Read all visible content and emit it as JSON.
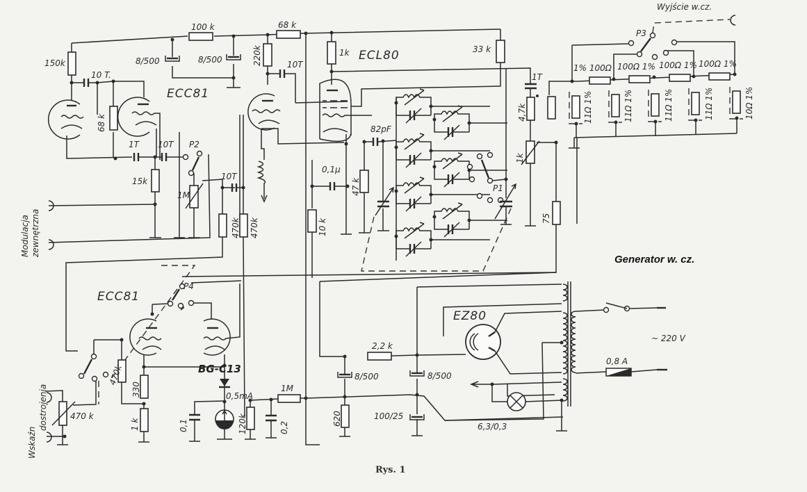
{
  "title": "Generator w. cz.",
  "caption": "Rys. 1",
  "output_label": "Wyjście w.cz.",
  "mains_label": "~ 220 V",
  "fuse_label": "0,8 A",
  "heater_label": "6,3/0,3",
  "diode_label": "BG-C13",
  "meter_label": "0,5mA",
  "inputs": {
    "modulation": [
      "Modulacja",
      "zewnętrzna"
    ],
    "tuning": [
      "Wskaźn",
      "dostrojenia"
    ]
  },
  "tubes": {
    "ecc81_top": "ECC81",
    "ecl80": "ECL80",
    "ecc81_bottom": "ECC81",
    "ez80": "EZ80"
  },
  "switches": {
    "p1": "P1",
    "p2": "P2",
    "p3": "P3",
    "p4": "P4"
  },
  "resistors": {
    "r150k": "150k",
    "r100k": "100 k",
    "r68k_top": "68 k",
    "r68k": "68 k",
    "r220k": "220k",
    "r1k": "1k",
    "r33k": "33 k",
    "r15k": "15k",
    "r1M_pot": "1M",
    "r470k_a": "470k",
    "r470k_b": "470k",
    "r10k": "10 k",
    "r47k": "47 k",
    "r4_7k": "4,7k",
    "r1k_pot": "1k",
    "r75": "75",
    "r2_2k": "2,2 k",
    "r620": "620",
    "r1M": "1M",
    "r120k": "120k",
    "r470k_c": "470k",
    "r330": "330",
    "r1k_b": "1 k",
    "r470k_pot": "470 k"
  },
  "capacitors": {
    "c10T_a": "10 T.",
    "c8_500_a": "8/500",
    "c8_500_b": "8/500",
    "c10T_b": "10T",
    "c1T_a": "1T",
    "c10T_c": "10T",
    "c10T_d": "10T",
    "c82pF": "82pF",
    "c0_1u": "0,1µ",
    "c1T_b": "1T",
    "c8_500_c": "8/500",
    "c8_500_d": "8/500",
    "c100_25": "100/25",
    "c0_1": "0,1",
    "c0_2": "0,2"
  },
  "attenuator": {
    "series": [
      "1% 100Ω",
      "100Ω 1%",
      "100Ω 1%",
      "100Ω 1%"
    ],
    "shunts": [
      "11Ω 1%",
      "11Ω 1%",
      "11Ω 1%",
      "11Ω 1%",
      "10Ω 1%"
    ]
  }
}
